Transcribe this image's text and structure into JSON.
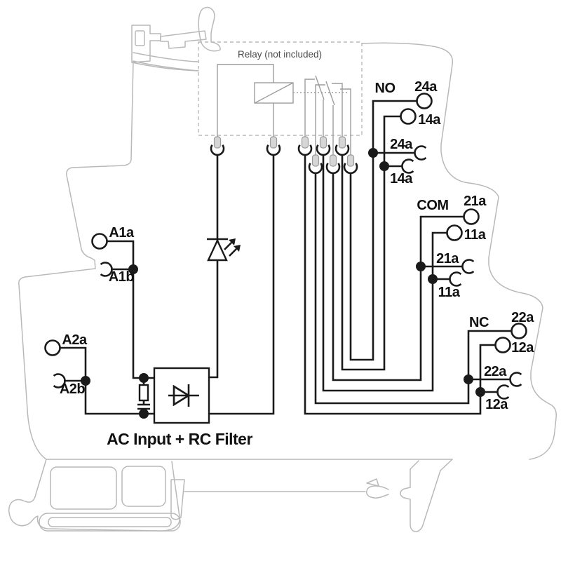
{
  "diagram": {
    "type": "relay-terminal-block-wiring-schematic",
    "relay_box_label": "Relay (not included)",
    "filter_label": "AC Input + RC Filter",
    "contact_groups": [
      {
        "name": "NO",
        "jack_terminals": [
          "24a",
          "14a"
        ],
        "plug_terminals": [
          "24a",
          "14a"
        ]
      },
      {
        "name": "COM",
        "jack_terminals": [
          "21a",
          "11a"
        ],
        "plug_terminals": [
          "21a",
          "11a"
        ]
      },
      {
        "name": "NC",
        "jack_terminals": [
          "22a",
          "12a"
        ],
        "plug_terminals": [
          "22a",
          "12a"
        ]
      }
    ],
    "input_terminals": [
      {
        "id": "A1a",
        "type": "jack"
      },
      {
        "id": "A1b",
        "type": "plug"
      },
      {
        "id": "A2a",
        "type": "jack"
      },
      {
        "id": "A2b",
        "type": "plug"
      }
    ],
    "components": [
      "relay coil",
      "DPDT contacts",
      "LED indicator",
      "RC snubber",
      "bridge rectifier"
    ],
    "colors": {
      "wire": "#1a1a1a",
      "housing_outline": "#b9b9b9",
      "relay_detail": "#9c9c9c",
      "note_text": "#4a4a4a",
      "background": "#ffffff"
    }
  },
  "labels": {
    "relay_note": "Relay (not included)",
    "filter": "AC Input + RC Filter",
    "no": "NO",
    "com": "COM",
    "nc": "NC",
    "t24a": "24a",
    "t14a": "14a",
    "t21a": "21a",
    "t11a": "11a",
    "t22a": "22a",
    "t12a": "12a",
    "a1a": "A1a",
    "a1b": "A1b",
    "a2a": "A2a",
    "a2b": "A2b"
  }
}
